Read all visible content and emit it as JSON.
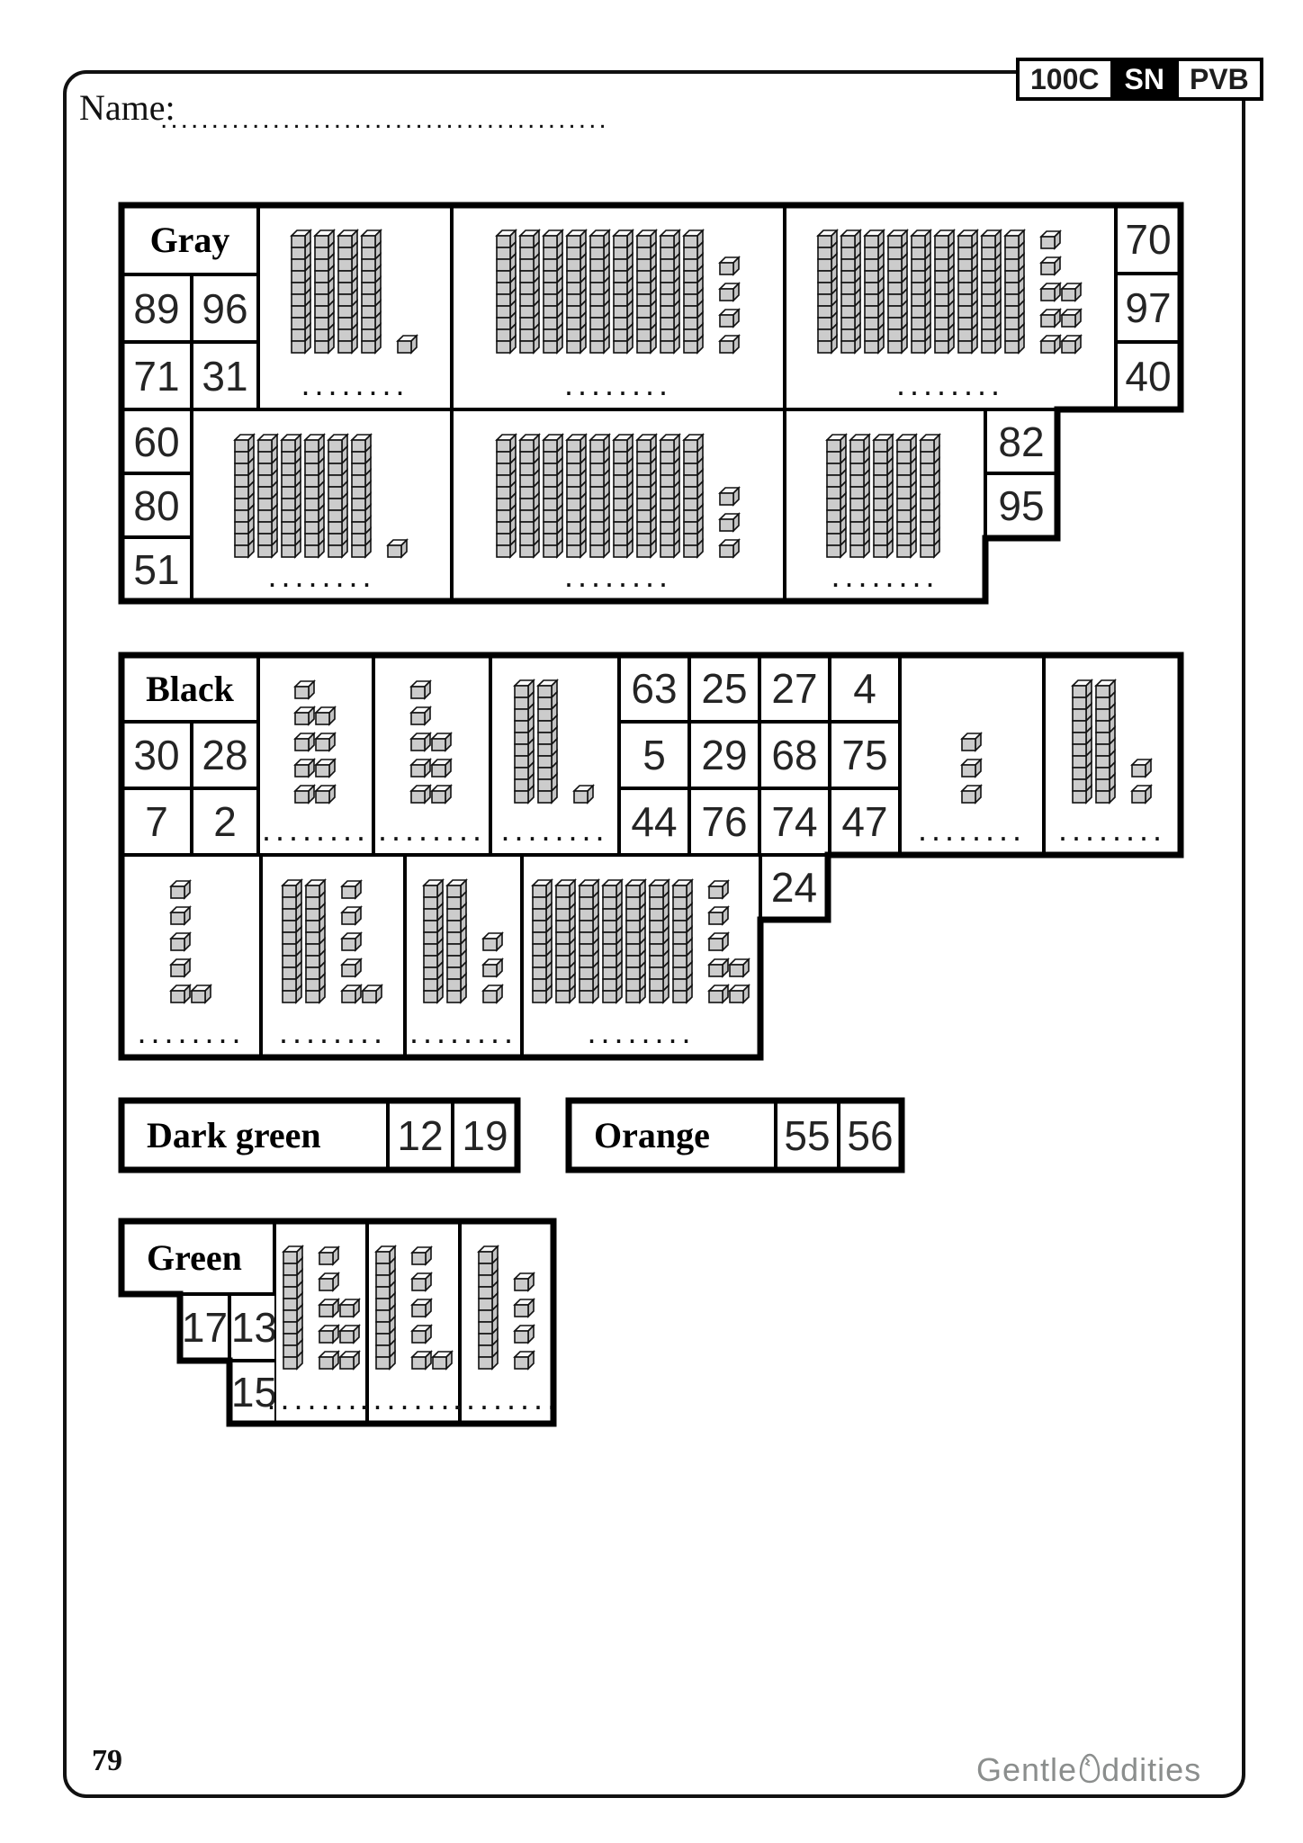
{
  "badges": [
    "100C",
    "SN",
    "PVB"
  ],
  "header": {
    "name_label": "Name:",
    "name_line_dots": "......................................................"
  },
  "answer_line": "........",
  "footer": {
    "page_number": "79",
    "brand_prefix": "Gentle",
    "brand_suffix": "ddities"
  },
  "block_style": {
    "front": "#cccccc",
    "side": "#c3c3c3",
    "top": "#fafafa",
    "stroke": "#111111"
  },
  "tables": [
    {
      "id": "gray",
      "label": "Gray",
      "cells": [
        {
          "kind": "label",
          "text": "Gray"
        },
        {
          "kind": "number",
          "value": "89"
        },
        {
          "kind": "number",
          "value": "96"
        },
        {
          "kind": "number",
          "value": "71"
        },
        {
          "kind": "number",
          "value": "31"
        },
        {
          "kind": "blocks",
          "tens": 4,
          "ones": 1,
          "ones_columns": [
            [
              4
            ]
          ]
        },
        {
          "kind": "blocks",
          "tens": 9,
          "ones": 4,
          "ones_columns": [
            [
              1,
              2,
              3,
              4
            ]
          ]
        },
        {
          "kind": "blocks",
          "tens": 9,
          "ones": 8,
          "ones_columns": [
            [
              0,
              1,
              2,
              3,
              4
            ],
            [
              2,
              3,
              4
            ]
          ]
        },
        {
          "kind": "number",
          "value": "70"
        },
        {
          "kind": "number",
          "value": "97"
        },
        {
          "kind": "number",
          "value": "40"
        },
        {
          "kind": "number",
          "value": "60"
        },
        {
          "kind": "number",
          "value": "80"
        },
        {
          "kind": "number",
          "value": "51"
        },
        {
          "kind": "blocks",
          "tens": 6,
          "ones": 1,
          "ones_columns": [
            [
              4
            ]
          ]
        },
        {
          "kind": "blocks",
          "tens": 9,
          "ones": 3,
          "ones_columns": [
            [
              2,
              3,
              4
            ]
          ]
        },
        {
          "kind": "blocks",
          "tens": 5,
          "ones": 0,
          "ones_columns": []
        },
        {
          "kind": "number",
          "value": "82"
        },
        {
          "kind": "number",
          "value": "95"
        }
      ]
    },
    {
      "id": "black",
      "label": "Black",
      "cells": [
        {
          "kind": "label",
          "text": "Black"
        },
        {
          "kind": "number",
          "value": "30"
        },
        {
          "kind": "number",
          "value": "28"
        },
        {
          "kind": "number",
          "value": "7"
        },
        {
          "kind": "number",
          "value": "2"
        },
        {
          "kind": "blocks",
          "tens": 0,
          "ones": 9,
          "ones_columns": [
            [
              0,
              1,
              2,
              3,
              4
            ],
            [
              1,
              2,
              3,
              4
            ]
          ]
        },
        {
          "kind": "blocks",
          "tens": 0,
          "ones": 8,
          "ones_columns": [
            [
              0,
              1,
              2,
              3,
              4
            ],
            [
              2,
              3,
              4
            ]
          ]
        },
        {
          "kind": "blocks",
          "tens": 2,
          "ones": 1,
          "ones_columns": [
            [
              4
            ]
          ]
        },
        {
          "kind": "number",
          "value": "63"
        },
        {
          "kind": "number",
          "value": "25"
        },
        {
          "kind": "number",
          "value": "27"
        },
        {
          "kind": "number",
          "value": "4"
        },
        {
          "kind": "number",
          "value": "5"
        },
        {
          "kind": "number",
          "value": "29"
        },
        {
          "kind": "number",
          "value": "68"
        },
        {
          "kind": "number",
          "value": "75"
        },
        {
          "kind": "number",
          "value": "44"
        },
        {
          "kind": "number",
          "value": "76"
        },
        {
          "kind": "number",
          "value": "74"
        },
        {
          "kind": "number",
          "value": "47"
        },
        {
          "kind": "blocks",
          "tens": 0,
          "ones": 3,
          "ones_columns": [
            [
              2,
              3,
              4
            ]
          ]
        },
        {
          "kind": "blocks",
          "tens": 2,
          "ones": 2,
          "ones_columns": [
            [
              3,
              4
            ]
          ]
        },
        {
          "kind": "blocks",
          "tens": 0,
          "ones": 6,
          "ones_columns": [
            [
              0,
              1,
              2,
              3,
              4
            ],
            [
              4
            ]
          ]
        },
        {
          "kind": "blocks",
          "tens": 2,
          "ones": 6,
          "ones_columns": [
            [
              0,
              1,
              2,
              3,
              4
            ],
            [
              4
            ]
          ]
        },
        {
          "kind": "blocks",
          "tens": 2,
          "ones": 3,
          "ones_columns": [
            [
              2,
              3,
              4
            ]
          ]
        },
        {
          "kind": "blocks",
          "tens": 7,
          "ones": 7,
          "ones_columns": [
            [
              0,
              1,
              2,
              3,
              4
            ],
            [
              3,
              4
            ]
          ]
        },
        {
          "kind": "number",
          "value": "24"
        }
      ]
    },
    {
      "id": "darkgreen",
      "label": "Dark green",
      "cells": [
        {
          "kind": "label",
          "text": "Dark green",
          "padded": true
        },
        {
          "kind": "number",
          "value": "12"
        },
        {
          "kind": "number",
          "value": "19"
        }
      ]
    },
    {
      "id": "orange",
      "label": "Orange",
      "cells": [
        {
          "kind": "label",
          "text": "Orange",
          "padded": true
        },
        {
          "kind": "number",
          "value": "55"
        },
        {
          "kind": "number",
          "value": "56"
        }
      ]
    },
    {
      "id": "green",
      "label": "Green",
      "cells": [
        {
          "kind": "label",
          "text": "Green",
          "padded": true
        },
        {
          "kind": "number",
          "value": "17"
        },
        {
          "kind": "number",
          "value": "13"
        },
        {
          "kind": "number",
          "value": "15"
        },
        {
          "kind": "blocks",
          "tens": 1,
          "ones": 8,
          "ones_columns": [
            [
              0,
              1,
              2,
              3,
              4
            ],
            [
              2,
              3,
              4
            ]
          ]
        },
        {
          "kind": "blocks",
          "tens": 1,
          "ones": 6,
          "ones_columns": [
            [
              0,
              1,
              2,
              3,
              4
            ],
            [
              4
            ]
          ]
        },
        {
          "kind": "blocks",
          "tens": 1,
          "ones": 4,
          "ones_columns": [
            [
              1,
              2,
              3,
              4
            ]
          ]
        }
      ]
    }
  ]
}
